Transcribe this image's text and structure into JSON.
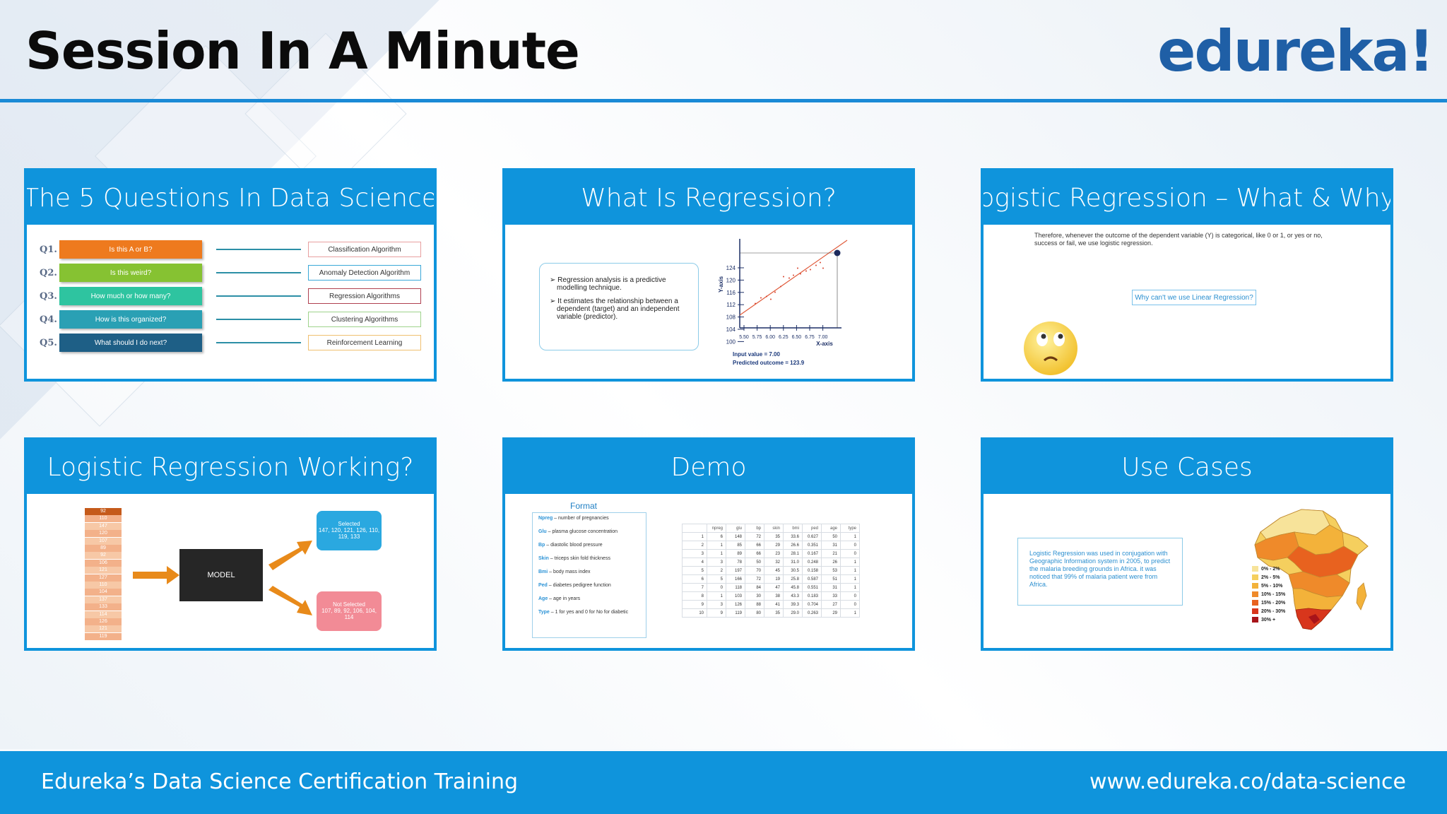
{
  "header": {
    "title": "Session In A Minute",
    "logo": "edureka!"
  },
  "footer": {
    "left": "Edureka’s Data Science Certification Training",
    "right": "www.edureka.co/data-science"
  },
  "cards": [
    {
      "title": "The 5 Questions In Data Science"
    },
    {
      "title": "What Is Regression?"
    },
    {
      "title": "Logistic Regression – What & Why?"
    },
    {
      "title": "Logistic Regression Working?"
    },
    {
      "title": "Demo"
    },
    {
      "title": "Use Cases"
    }
  ],
  "questions": [
    {
      "num": "Q1.",
      "q": "Is this A or B?",
      "a": "Classification Algorithm",
      "color": "#ee7a1e",
      "border": "#e8a0a0"
    },
    {
      "num": "Q2.",
      "q": "Is this weird?",
      "a": "Anomaly Detection Algorithm",
      "color": "#86c232",
      "border": "#3aa8d8"
    },
    {
      "num": "Q3.",
      "q": "How much or how many?",
      "a": "Regression Algorithms",
      "color": "#2ec4a0",
      "border": "#b04050"
    },
    {
      "num": "Q4.",
      "q": "How is this organized?",
      "a": "Clustering Algorithms",
      "color": "#2aa0b4",
      "border": "#9fd48c"
    },
    {
      "num": "Q5.",
      "q": "What should I do next?",
      "a": "Reinforcement Learning",
      "color": "#1e5f86",
      "border": "#f0c070"
    }
  ],
  "regression": {
    "points": [
      "Regression analysis is a predictive modelling technique.",
      "It estimates the relationship between a dependent (target) and an independent variable (predictor)."
    ],
    "ylabel": "Y-axis",
    "xlabel": "X-axis",
    "yticks": [
      "124",
      "120",
      "116",
      "112",
      "108",
      "104",
      "100"
    ],
    "xticks": [
      "5.50",
      "5.75",
      "6.00",
      "6.25",
      "6.50",
      "6.75",
      "7.00"
    ],
    "input": "Input value = 7.00",
    "predicted": "Predicted outcome = 123.9"
  },
  "logistic": {
    "text": "Therefore, whenever the outcome of the dependent variable (Y) is categorical, like 0 or 1, or yes or no, success or fail, we use logistic regression.",
    "button": "Why can't we use Linear Regression?"
  },
  "working": {
    "column": [
      "92",
      "110",
      "147",
      "120",
      "107",
      "89",
      "92",
      "106",
      "121",
      "127",
      "110",
      "104",
      "137",
      "133",
      "114",
      "126",
      "121",
      "119"
    ],
    "model": "MODEL",
    "selected": "Selected\n147, 120, 121, 126, 110, 119, 133",
    "not_selected": "Not Selected\n107, 89, 92, 106, 104, 114"
  },
  "demo": {
    "format_title": "Format",
    "format": [
      {
        "k": "Npreg",
        "v": " – number of pregnancies"
      },
      {
        "k": "Glu",
        "v": " – plasma glucose concentration"
      },
      {
        "k": "Bp",
        "v": " – diastolic blood pressure"
      },
      {
        "k": "Skin",
        "v": " – triceps skin fold thickness"
      },
      {
        "k": "Bmi",
        "v": " – body mass index"
      },
      {
        "k": "Ped",
        "v": " – diabetes pedigree function"
      },
      {
        "k": "Age",
        "v": " – age in years"
      },
      {
        "k": "Type",
        "v": " – 1 for yes and 0 for No for diabetic"
      }
    ],
    "columns": [
      "",
      "npreg",
      "glu",
      "bp",
      "skin",
      "bmi",
      "ped",
      "age",
      "type"
    ],
    "rows": [
      [
        "1",
        "6",
        "148",
        "72",
        "35",
        "33.6",
        "0.627",
        "50",
        "1"
      ],
      [
        "2",
        "1",
        "85",
        "66",
        "29",
        "26.6",
        "0.351",
        "31",
        "0"
      ],
      [
        "3",
        "1",
        "89",
        "66",
        "23",
        "28.1",
        "0.167",
        "21",
        "0"
      ],
      [
        "4",
        "3",
        "78",
        "50",
        "32",
        "31.0",
        "0.248",
        "26",
        "1"
      ],
      [
        "5",
        "2",
        "197",
        "70",
        "45",
        "30.5",
        "0.158",
        "53",
        "1"
      ],
      [
        "6",
        "5",
        "166",
        "72",
        "19",
        "25.8",
        "0.587",
        "51",
        "1"
      ],
      [
        "7",
        "0",
        "118",
        "84",
        "47",
        "45.8",
        "0.551",
        "31",
        "1"
      ],
      [
        "8",
        "1",
        "103",
        "30",
        "38",
        "43.3",
        "0.183",
        "33",
        "0"
      ],
      [
        "9",
        "3",
        "126",
        "88",
        "41",
        "39.3",
        "0.704",
        "27",
        "0"
      ],
      [
        "10",
        "9",
        "119",
        "80",
        "35",
        "29.0",
        "0.263",
        "29",
        "1"
      ]
    ]
  },
  "usecases": {
    "text": "Logistic Regression was used in conjugation with Geographic Information system in 2005, to predict the malaria breeding grounds in Africa. it was noticed that 99% of malaria patient were from Africa.",
    "legend": [
      {
        "label": "0% - 2%",
        "color": "#f7e39a"
      },
      {
        "label": "2% - 5%",
        "color": "#f5cf5e"
      },
      {
        "label": "5% - 10%",
        "color": "#f3b23a"
      },
      {
        "label": "10% - 15%",
        "color": "#ef8a2a"
      },
      {
        "label": "15% - 20%",
        "color": "#e8621f"
      },
      {
        "label": "20% - 30%",
        "color": "#d8361c"
      },
      {
        "label": "30% +",
        "color": "#a8141a"
      }
    ]
  }
}
